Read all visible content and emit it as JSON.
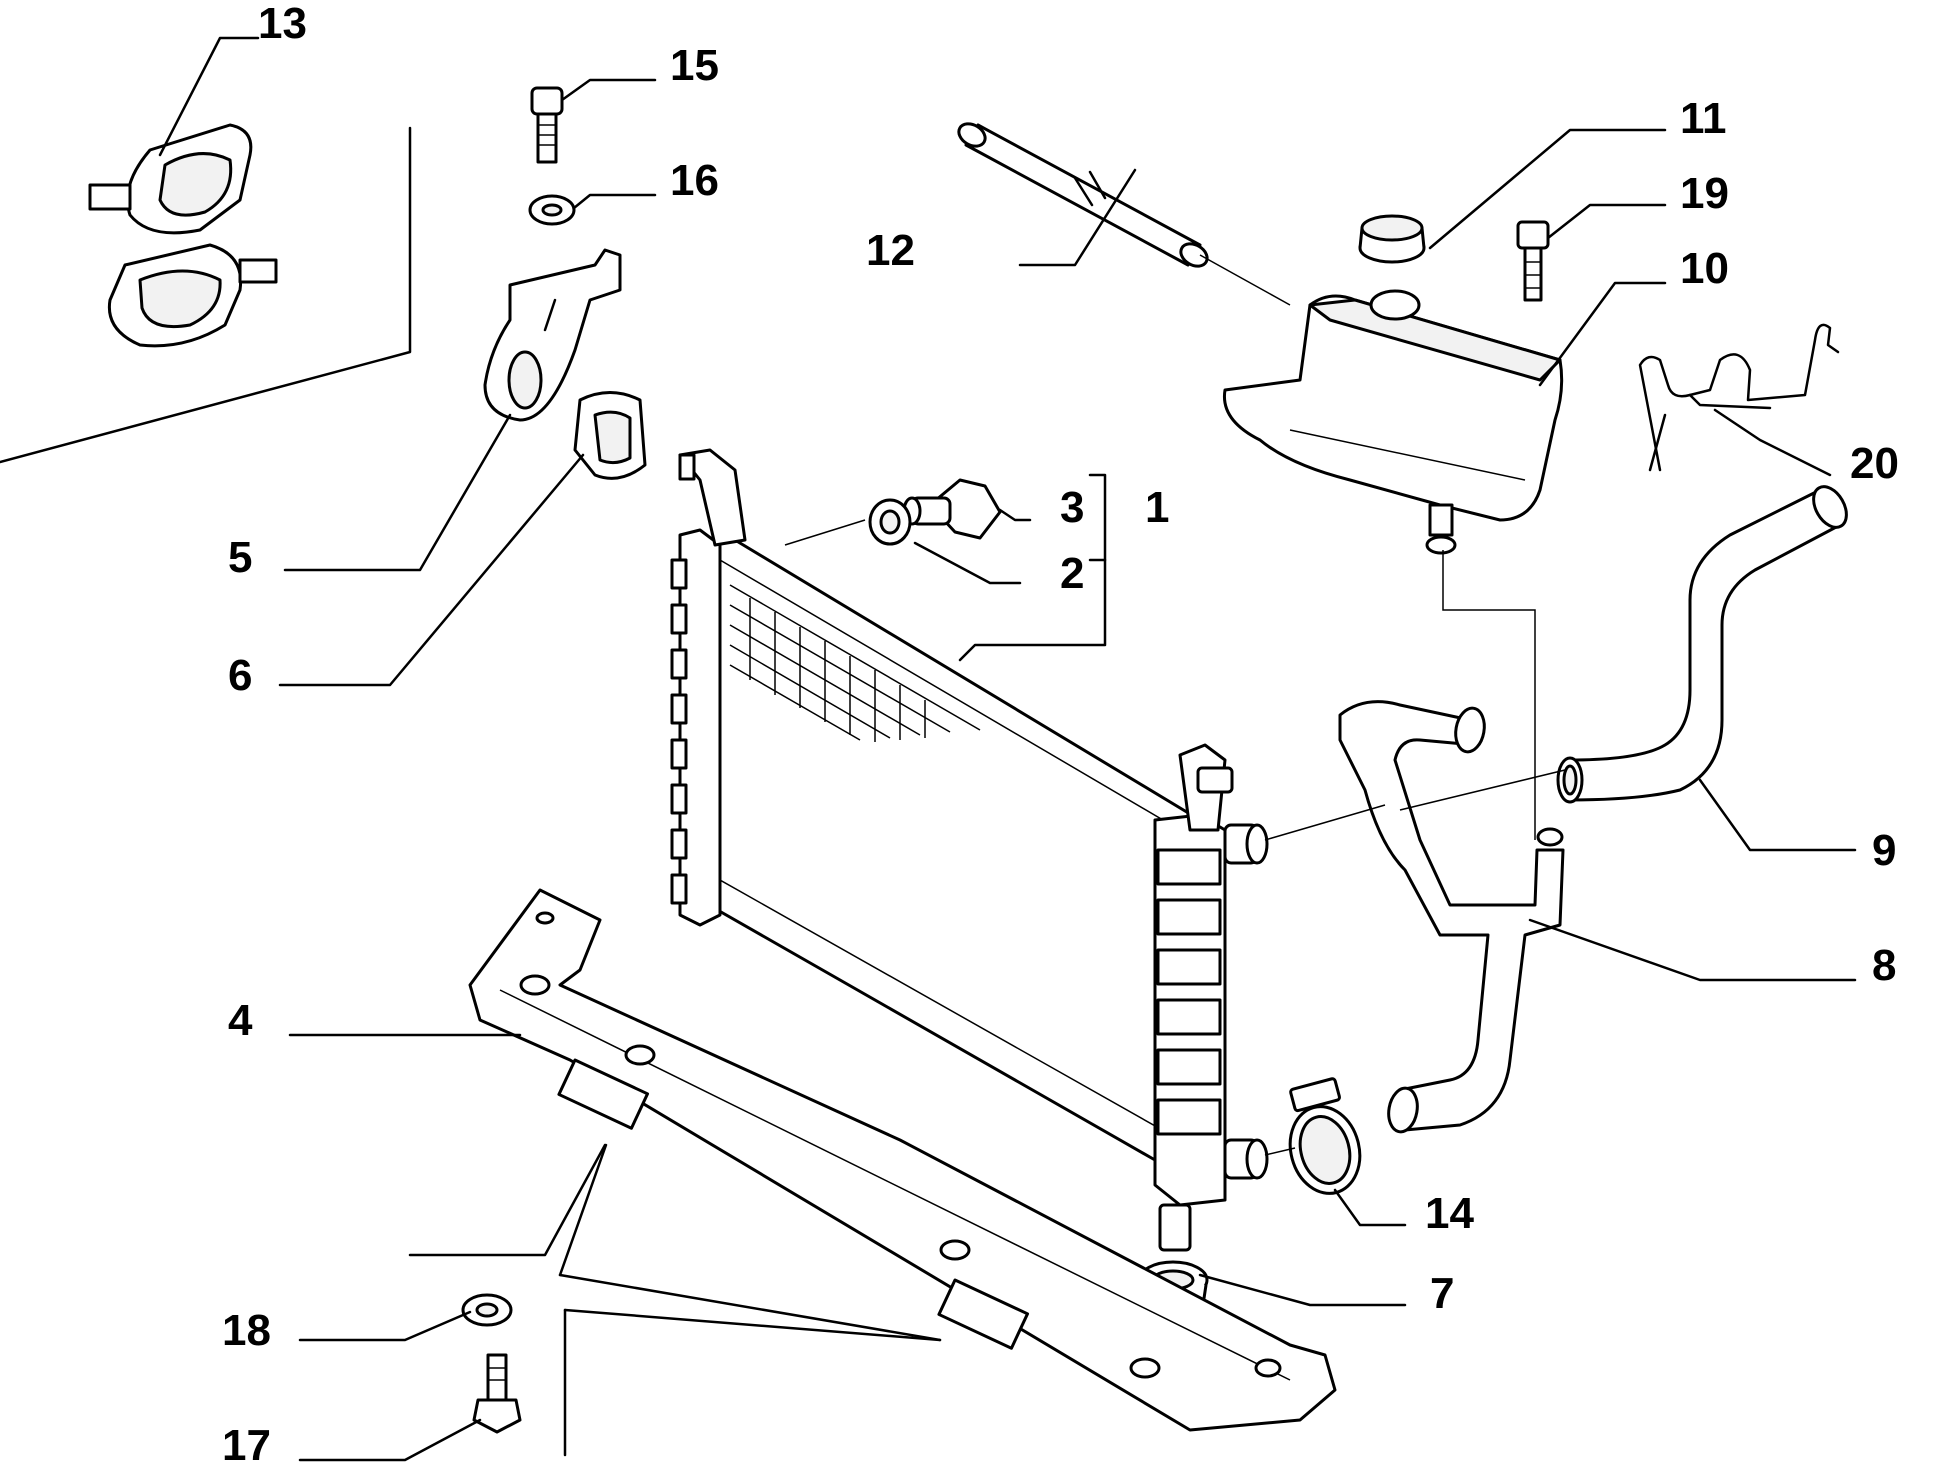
{
  "diagram": {
    "callouts": [
      {
        "id": "c13",
        "label": "13"
      },
      {
        "id": "c15",
        "label": "15"
      },
      {
        "id": "c16",
        "label": "16"
      },
      {
        "id": "c11",
        "label": "11"
      },
      {
        "id": "c19",
        "label": "19"
      },
      {
        "id": "c10",
        "label": "10"
      },
      {
        "id": "c12",
        "label": "12"
      },
      {
        "id": "c20",
        "label": "20"
      },
      {
        "id": "c3",
        "label": "3"
      },
      {
        "id": "c1",
        "label": "1"
      },
      {
        "id": "c2",
        "label": "2"
      },
      {
        "id": "c5",
        "label": "5"
      },
      {
        "id": "c6",
        "label": "6"
      },
      {
        "id": "c9",
        "label": "9"
      },
      {
        "id": "c8",
        "label": "8"
      },
      {
        "id": "c4",
        "label": "4"
      },
      {
        "id": "c14",
        "label": "14"
      },
      {
        "id": "c7",
        "label": "7"
      },
      {
        "id": "c18",
        "label": "18"
      },
      {
        "id": "c17",
        "label": "17"
      }
    ],
    "parts": [
      {
        "number": "1",
        "name": "radiator"
      },
      {
        "number": "2",
        "name": "seal-ring"
      },
      {
        "number": "3",
        "name": "drain-plug"
      },
      {
        "number": "4",
        "name": "lower-crossmember"
      },
      {
        "number": "5",
        "name": "upper-bracket"
      },
      {
        "number": "6",
        "name": "rubber-pad"
      },
      {
        "number": "7",
        "name": "lower-mount"
      },
      {
        "number": "8",
        "name": "lower-hose"
      },
      {
        "number": "9",
        "name": "upper-hose"
      },
      {
        "number": "10",
        "name": "expansion-tank"
      },
      {
        "number": "11",
        "name": "tank-cap"
      },
      {
        "number": "12",
        "name": "vent-pipe"
      },
      {
        "number": "13",
        "name": "hose-clip"
      },
      {
        "number": "14",
        "name": "hose-clamp"
      },
      {
        "number": "15",
        "name": "bolt"
      },
      {
        "number": "16",
        "name": "washer"
      },
      {
        "number": "17",
        "name": "screw"
      },
      {
        "number": "18",
        "name": "washer-lower"
      },
      {
        "number": "19",
        "name": "tank-screw"
      },
      {
        "number": "20",
        "name": "retaining-clip"
      }
    ]
  }
}
